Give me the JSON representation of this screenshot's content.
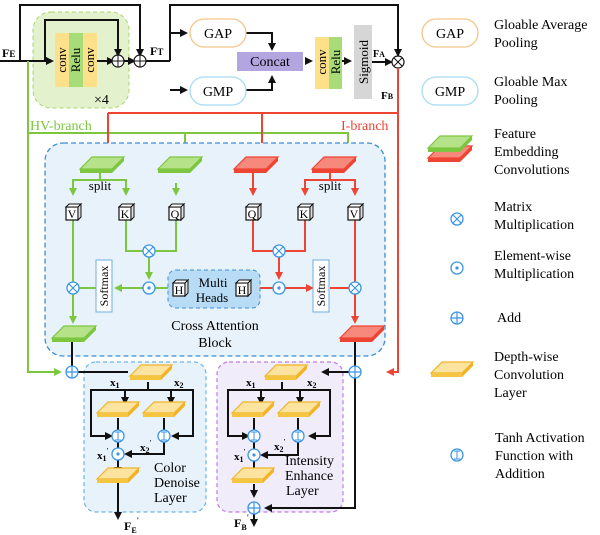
{
  "inputs": {
    "fe": "F",
    "fe_sub": "E",
    "ft": "F",
    "ft_sub": "T",
    "fa": "F",
    "fa_sub": "A",
    "fb": "F",
    "fb_sub": "B"
  },
  "residual_block": {
    "conv1": "conv",
    "relu": "Relu",
    "conv2": "conv",
    "repeat": "×4"
  },
  "attention": {
    "gap": "GAP",
    "gmp": "GMP",
    "concat": "Concat",
    "conv": "conv",
    "relu": "Relu",
    "sigmoid": "Sigmoid"
  },
  "branches": {
    "hv": "HV-branch",
    "i": "I-branch"
  },
  "cross_attention": {
    "split_left": "split",
    "split_right": "split",
    "v": "V",
    "k": "K",
    "q": "Q",
    "softmax": "Softmax",
    "multi_heads_line1": "Multi",
    "multi_heads_line2": "Heads",
    "h": "H",
    "title_line1": "Cross Attention",
    "title_line2": "Block"
  },
  "denoise": {
    "x1": "x",
    "x1_sub": "1",
    "x2": "x",
    "x2_sub": "2",
    "x1p": "x",
    "x2p": "x",
    "title_line1": "Color",
    "title_line2": "Denoise",
    "title_line3": "Layer",
    "output": "F",
    "output_sub": "E"
  },
  "enhance": {
    "x1": "x",
    "x1_sub": "1",
    "x2": "x",
    "x2_sub": "2",
    "x1p": "x",
    "x2p": "x",
    "title_line1": "Intensity",
    "title_line2": "Enhance",
    "title_line3": "Layer",
    "output": "F",
    "output_sub": "B"
  },
  "legend": {
    "gap_label": "GAP",
    "gap_desc_line1": "Gloable Average",
    "gap_desc_line2": "Pooling",
    "gmp_label": "GMP",
    "gmp_desc_line1": "Gloable Max",
    "gmp_desc_line2": "Pooling",
    "fec_line1": "Feature",
    "fec_line2": "Embedding",
    "fec_line3": "Convolutions",
    "matmul_line1": "Matrix",
    "matmul_line2": "Multiplication",
    "elemmul_line1": "Element-wise",
    "elemmul_line2": "Multiplication",
    "add": "Add",
    "dw_line1": "Depth-wise",
    "dw_line2": "Convolution",
    "dw_line3": "Layer",
    "tanh_line1": "Tanh Activation",
    "tanh_line2": "Function with",
    "tanh_line3": "Addition"
  },
  "colors": {
    "green": "#7dc640",
    "red": "#ee4433",
    "blue": "#3a95e8",
    "yellow": "#f5c542",
    "purple": "#b59fdd",
    "black": "#111111"
  }
}
